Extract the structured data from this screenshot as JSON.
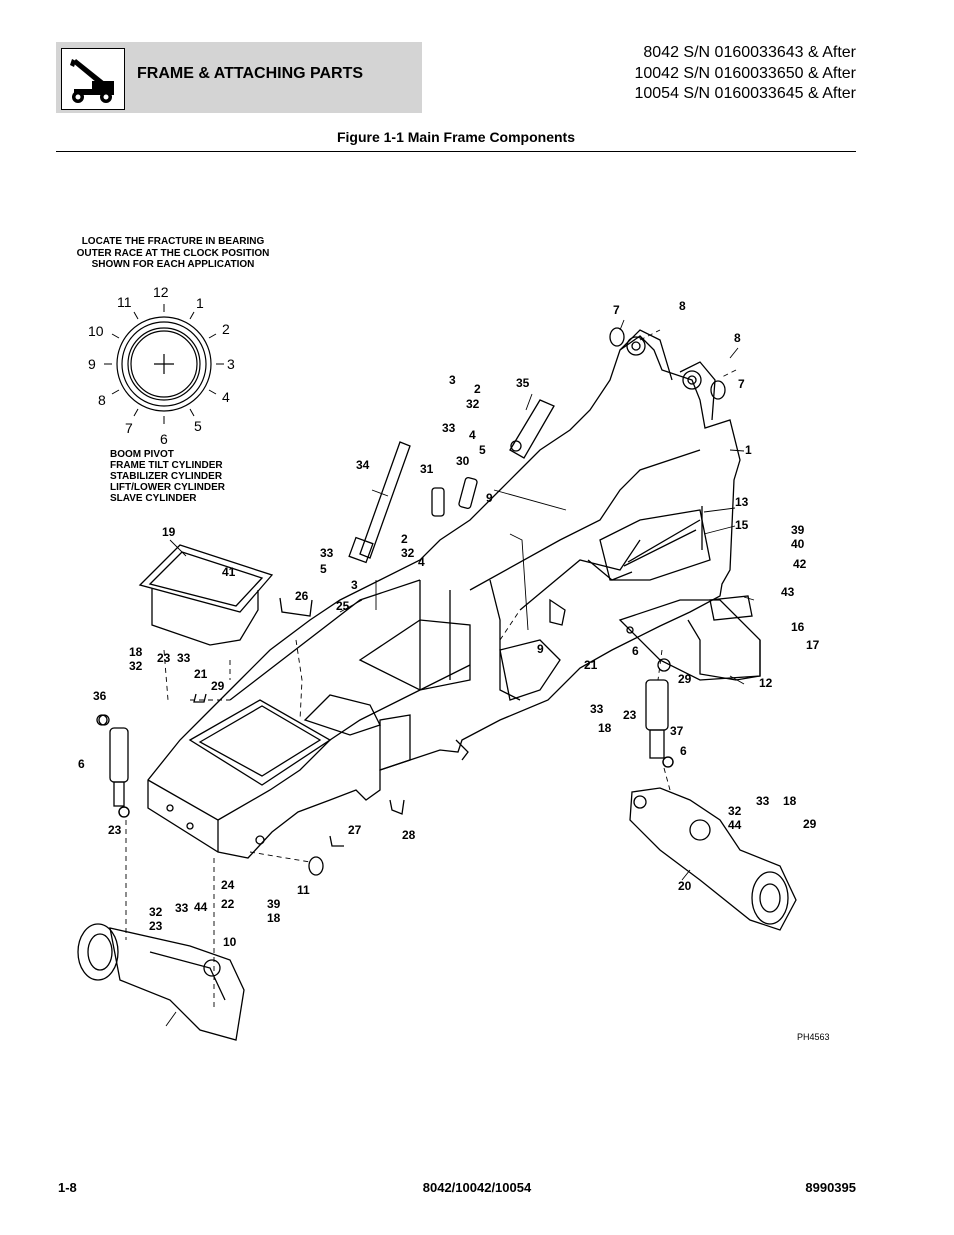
{
  "header": {
    "section_title": "FRAME & ATTACHING PARTS",
    "serials": [
      "8042 S/N 0160033643 & After",
      "10042 S/N 0160033650 & After",
      "10054 S/N 0160033645 & After"
    ]
  },
  "figure": {
    "title": "Figure 1-1 Main Frame Components"
  },
  "bearing_note": {
    "lines": [
      "LOCATE THE FRACTURE IN BEARING",
      "OUTER RACE AT THE CLOCK POSITION",
      "SHOWN FOR EACH APPLICATION"
    ],
    "clock_numbers": [
      "12",
      "1",
      "2",
      "3",
      "4",
      "5",
      "6",
      "7",
      "8",
      "9",
      "10",
      "11"
    ],
    "applications": [
      "BOOM PIVOT",
      "FRAME TILT CYLINDER",
      "STABILIZER CYLINDER",
      "LIFT/LOWER CYLINDER",
      "SLAVE CYLINDER"
    ]
  },
  "callouts": [
    "7",
    "8",
    "8",
    "7",
    "3",
    "2",
    "32",
    "35",
    "33",
    "4",
    "5",
    "1",
    "34",
    "31",
    "30",
    "9",
    "13",
    "15",
    "39",
    "40",
    "42",
    "43",
    "16",
    "17",
    "19",
    "41",
    "2",
    "32",
    "33",
    "5",
    "4",
    "3",
    "25",
    "26",
    "9",
    "12",
    "18",
    "32",
    "23",
    "33",
    "21",
    "29",
    "6",
    "29",
    "21",
    "33",
    "18",
    "23",
    "37",
    "6",
    "36",
    "6",
    "23",
    "33",
    "18",
    "32",
    "44",
    "29",
    "27",
    "28",
    "11",
    "20",
    "24",
    "22",
    "39",
    "18",
    "32",
    "23",
    "33",
    "44",
    "10"
  ],
  "drawing_number": "PH4563",
  "footer": {
    "page": "1-8",
    "models": "8042/10042/10054",
    "doc_number": "8990395"
  }
}
